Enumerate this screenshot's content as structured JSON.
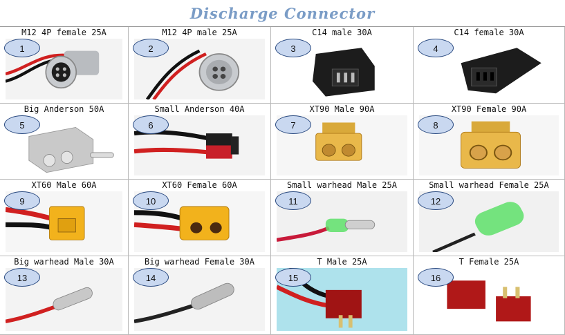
{
  "title": "Discharge Connector",
  "connectors": [
    {
      "num": "1",
      "label": "M12 4P female 25A",
      "icon": "m12-female-connector-icon"
    },
    {
      "num": "2",
      "label": "M12 4P male 25A",
      "icon": "m12-male-connector-icon"
    },
    {
      "num": "3",
      "label": "C14 male 30A",
      "icon": "c14-male-connector-icon"
    },
    {
      "num": "4",
      "label": "C14 female 30A",
      "icon": "c14-female-connector-icon"
    },
    {
      "num": "5",
      "label": "Big Anderson 50A",
      "icon": "big-anderson-connector-icon"
    },
    {
      "num": "6",
      "label": "Small Anderson 40A",
      "icon": "small-anderson-connector-icon"
    },
    {
      "num": "7",
      "label": "XT90 Male 90A",
      "icon": "xt90-male-connector-icon"
    },
    {
      "num": "8",
      "label": "XT90 Female 90A",
      "icon": "xt90-female-connector-icon"
    },
    {
      "num": "9",
      "label": "XT60 Male 60A",
      "icon": "xt60-male-connector-icon"
    },
    {
      "num": "10",
      "label": "XT60 Female 60A",
      "icon": "xt60-female-connector-icon"
    },
    {
      "num": "11",
      "label": "Small warhead Male 25A",
      "icon": "small-bullet-male-connector-icon"
    },
    {
      "num": "12",
      "label": "Small warhead Female 25A",
      "icon": "small-bullet-female-connector-icon"
    },
    {
      "num": "13",
      "label": "Big warhead Male 30A",
      "icon": "big-bullet-male-connector-icon"
    },
    {
      "num": "14",
      "label": "Big warhead Female 30A",
      "icon": "big-bullet-female-connector-icon"
    },
    {
      "num": "15",
      "label": "T Male 25A",
      "icon": "t-plug-male-connector-icon"
    },
    {
      "num": "16",
      "label": "T Female 25A",
      "icon": "t-plug-female-connector-icon"
    }
  ]
}
